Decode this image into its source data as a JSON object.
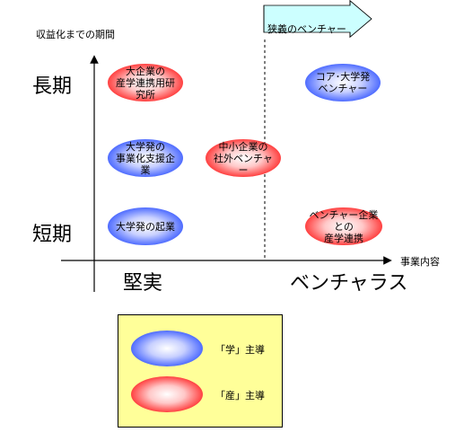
{
  "axes": {
    "y_label": "収益化までの期間",
    "x_label": "事業内容",
    "y_top": "長期",
    "y_bottom": "短期",
    "x_left": "堅実",
    "x_right": "ベンチャラス"
  },
  "arrow": {
    "label": "狭義のベンチャー"
  },
  "nodes": [
    {
      "id": "long-term-industry-academia",
      "label": "大企業の\n産学連携用研究所",
      "color": "red"
    },
    {
      "id": "core-university",
      "label": "コア･大学発\nベンチャー",
      "color": "blue"
    },
    {
      "id": "university-support",
      "label": "大学発の\n事業化支援企業",
      "color": "blue"
    },
    {
      "id": "sme-external",
      "label": "中小企業の\n社外ベンチャー",
      "color": "red"
    },
    {
      "id": "university-startup",
      "label": "大学発の起業",
      "color": "blue"
    },
    {
      "id": "venture-industry-academia",
      "label": "ベンチャー企業との\n産学連携",
      "color": "red"
    }
  ],
  "legend": {
    "items": [
      {
        "label": "「学」主導",
        "color": "blue"
      },
      {
        "label": "「産」主導",
        "color": "red"
      }
    ]
  },
  "colors": {
    "blue": "#4060ff",
    "red": "#ff3030",
    "legend_bg": "#ffff99"
  }
}
